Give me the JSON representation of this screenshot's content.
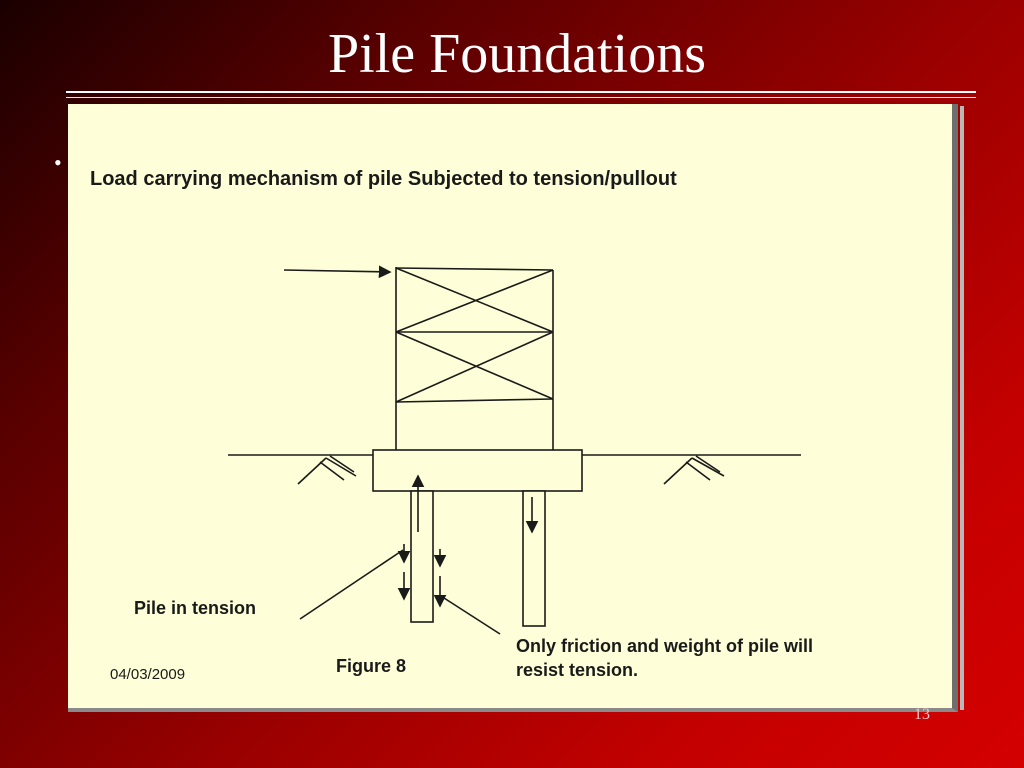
{
  "slide": {
    "title": "Pile Foundations",
    "bullet": "•",
    "page_number": "13"
  },
  "figure": {
    "heading": "Load carrying mechanism of pile Subjected to tension/pullout",
    "pile_label": "Pile in tension",
    "note_line1": "Only friction and weight of pile  will",
    "note_line2": "resist tension.",
    "caption": "Figure 8",
    "date": "04/03/2009"
  },
  "colors": {
    "background_dark": "#1a0000",
    "background_red": "#d40000",
    "panel": "#fefed8",
    "ink": "#1a1a1a"
  }
}
